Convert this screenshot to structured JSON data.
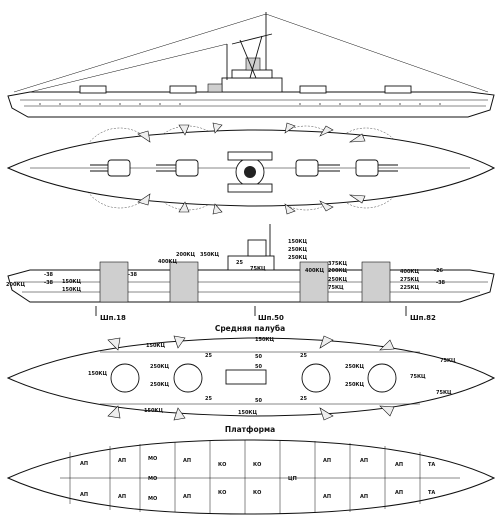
{
  "sections": {
    "middle_deck": "Средняя палуба",
    "platform": "Платформа"
  },
  "frames": [
    "Шп.18",
    "Шп.50",
    "Шп.82"
  ],
  "profile_labels": [
    "200КЦ",
    "350КЦ",
    "400КЦ",
    "150КЦ",
    "250КЦ",
    "250КЦ",
    "375КЦ",
    "200КЦ",
    "75КЦ",
    "25",
    "150КЦ",
    "400КЦ",
    "250КЦ",
    "75КЦ",
    "275КЦ",
    "400КЦ",
    "200КЦ",
    "150КЦ",
    "225КЦ",
    "-26",
    "-38",
    "-38",
    "-38",
    "-38"
  ],
  "middle_deck_labels": [
    "150КЦ",
    "150КЦ",
    "150КЦ",
    "150КЦ",
    "150КЦ",
    "250КЦ",
    "250КЦ",
    "250КЦ",
    "250КЦ",
    "75КЦ",
    "75КЦ",
    "75КЦ",
    "50",
    "50",
    "50",
    "25",
    "25",
    "25",
    "25"
  ],
  "platform_labels": [
    "АП",
    "АП",
    "АП",
    "АП",
    "АП",
    "АП",
    "АП",
    "АП",
    "АП",
    "АП",
    "АП",
    "АП",
    "МО",
    "МО",
    "МО",
    "КО",
    "КО",
    "КО",
    "КО",
    "ЦП",
    "ТА",
    "ТА"
  ]
}
